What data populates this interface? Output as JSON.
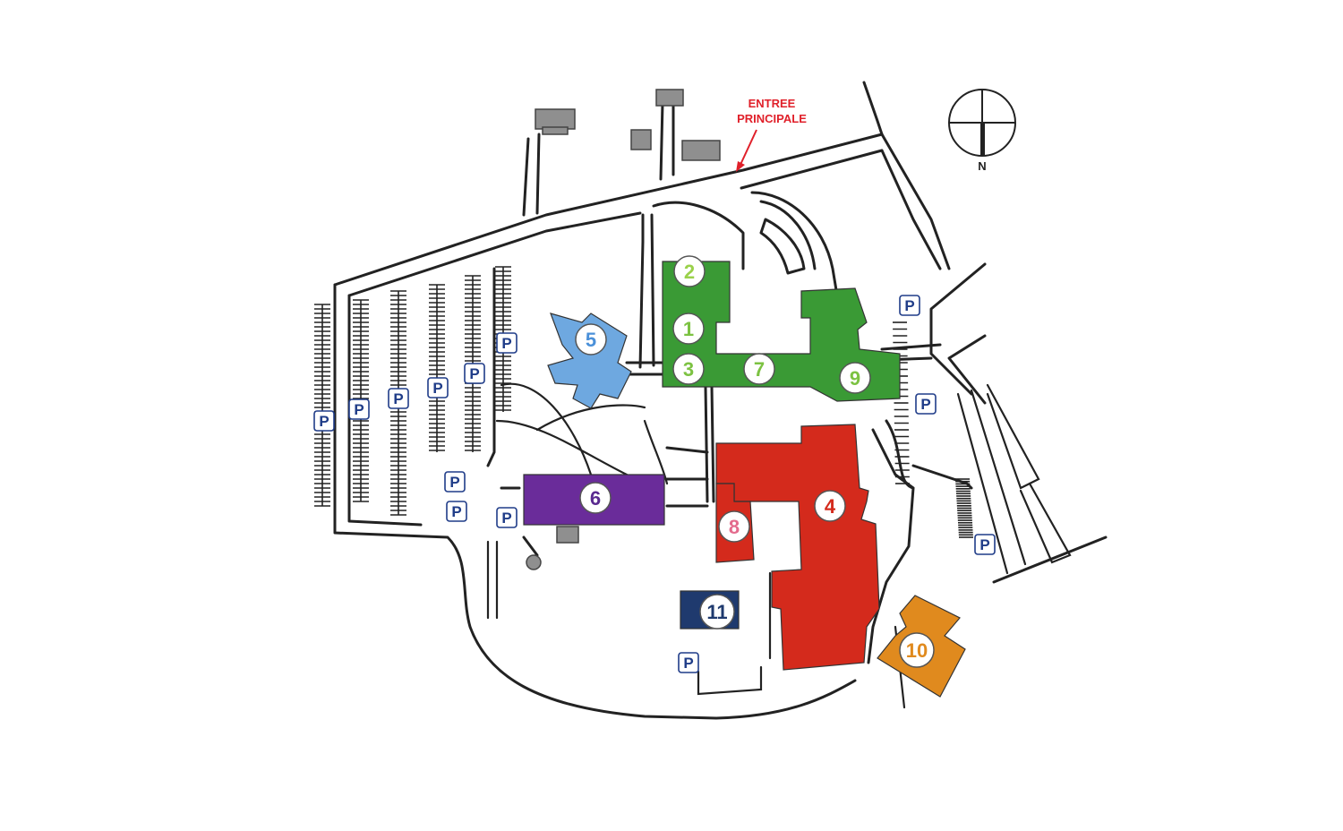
{
  "map": {
    "entrance_label_line1": "ENTREE",
    "entrance_label_line2": "PRINCIPALE",
    "entrance_color": "#e0202a",
    "compass": {
      "north_label": "N"
    },
    "parking_label": "P",
    "parking_color": "#1f3c88",
    "buildings": [
      {
        "id": "1",
        "label": "1",
        "fill": "#3a9a35",
        "number_color": "#7cc242"
      },
      {
        "id": "2",
        "label": "2",
        "fill": "#3a9a35",
        "number_color": "#9ad14a"
      },
      {
        "id": "3",
        "label": "3",
        "fill": "#3a9a35",
        "number_color": "#7cc242"
      },
      {
        "id": "4",
        "label": "4",
        "fill": "#d42a1c",
        "number_color": "#d42a1c"
      },
      {
        "id": "5",
        "label": "5",
        "fill": "#6ea8e0",
        "number_color": "#4a90d9"
      },
      {
        "id": "6",
        "label": "6",
        "fill": "#6a2c9a",
        "number_color": "#5a2a90"
      },
      {
        "id": "7",
        "label": "7",
        "fill": "#3a9a35",
        "number_color": "#7cc242"
      },
      {
        "id": "8",
        "label": "8",
        "fill": "#d42a1c",
        "number_color": "#e36b8d"
      },
      {
        "id": "9",
        "label": "9",
        "fill": "#3a9a35",
        "number_color": "#7cc242"
      },
      {
        "id": "10",
        "label": "10",
        "fill": "#e08a1e",
        "number_color": "#e08a1e"
      },
      {
        "id": "11",
        "label": "11",
        "fill": "#1f3a6e",
        "number_color": "#1f3a6e"
      }
    ]
  }
}
